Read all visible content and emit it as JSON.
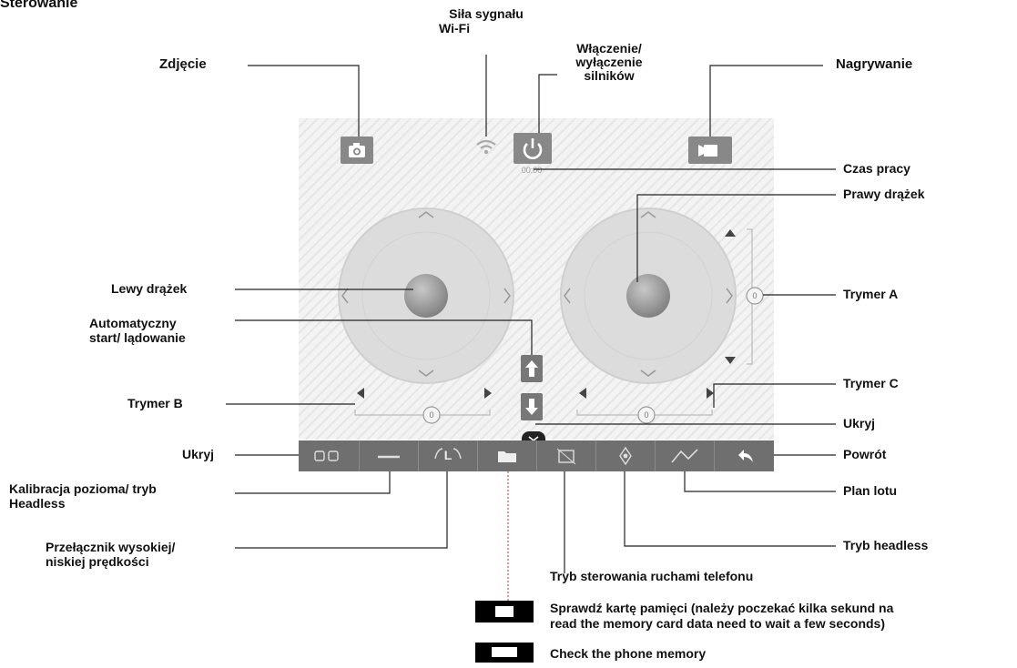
{
  "page": {
    "title": "Sterowanie"
  },
  "labels": {
    "signal": "Siła sygnału",
    "signal_sub": "Wi-Fi",
    "photo": "Zdjęcie",
    "motors_1": "Włączenie/",
    "motors_2": "wyłączenie",
    "motors_3": "silników",
    "record": "Nagrywanie",
    "work_time": "Czas pracy",
    "right_stick": "Prawy drążek",
    "left_stick": "Lewy drążek",
    "trim_a": "Trymer A",
    "auto_1": "Automatyczny",
    "auto_2": "start/ lądowanie",
    "trim_b": "Trymer B",
    "trim_c": "Trymer C",
    "hide_bottom": "Ukryj",
    "hide_left": "Ukryj",
    "back": "Powrót",
    "calib_1": "Kalibracja pozioma/ tryb",
    "calib_2": "Headless",
    "flight_plan": "Plan lotu",
    "speed_1": "Przełącznik wysokiej/",
    "speed_2": "niskiej prędkości",
    "headless_mode": "Tryb headless",
    "phone_motion": "Tryb sterowania ruchami telefonu",
    "memcard_1": "Sprawdź kartę pamięci (należy poczekać kilka sekund na",
    "memcard_2": "read the memory card data need to wait a few seconds)",
    "phone_memory": "Check the phone memory"
  },
  "screen": {
    "timer": "00:00",
    "trim_a_value": "0",
    "trim_b_value": "0",
    "trim_c_value": "0"
  },
  "icons": {
    "photo": "camera-icon",
    "power": "power-icon",
    "record": "video-camera-icon",
    "wifi": "wifi-signal-icon",
    "auto_up": "arrow-up-icon",
    "auto_down": "arrow-down-icon",
    "hide": "chevron-down-icon",
    "back": "back-arrow-icon"
  },
  "colors": {
    "panel_stripe_light": "#f3f3f3",
    "panel_stripe_dark": "#e6e6e6",
    "button_gray": "#888888",
    "toolbar_gray": "#6f6f6f",
    "joystick_ring": "#dcdcdc",
    "joystick_knob": "#9a9a9a",
    "leader_red": "#d22b2b"
  }
}
